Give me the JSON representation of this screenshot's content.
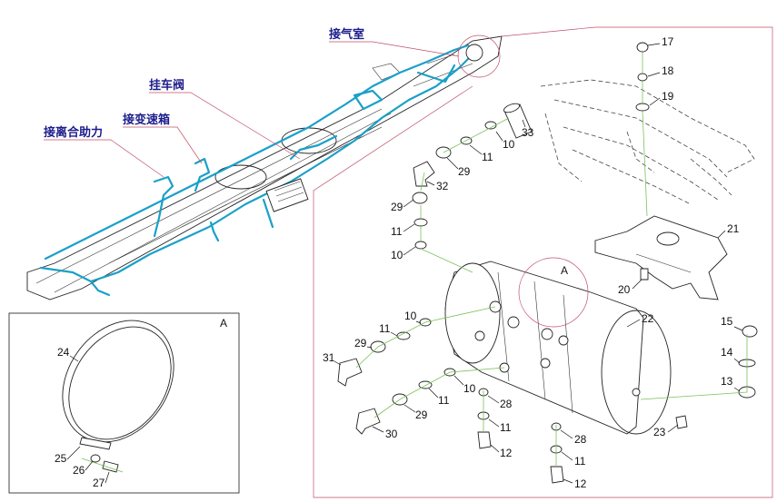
{
  "callouts_cn": {
    "air_chamber": "接气室",
    "trailer_valve": "挂车阀",
    "gearbox": "接变速箱",
    "clutch_booster": "接离合助力"
  },
  "detail": {
    "label_main": "A",
    "label_inset": "A"
  },
  "part_numbers": {
    "p10a": "10",
    "p10b": "10",
    "p10c": "10",
    "p10d": "10",
    "p11a": "11",
    "p11b": "11",
    "p11c": "11",
    "p11d": "11",
    "p11e": "11",
    "p11f": "11",
    "p12a": "12",
    "p12b": "12",
    "p13": "13",
    "p14": "14",
    "p15": "15",
    "p17": "17",
    "p18": "18",
    "p19": "19",
    "p20": "20",
    "p21": "21",
    "p22": "22",
    "p23": "23",
    "p24": "24",
    "p25": "25",
    "p26": "26",
    "p27": "27",
    "p28a": "28",
    "p28b": "28",
    "p29a": "29",
    "p29b": "29",
    "p29c": "29",
    "p29d": "29",
    "p30": "30",
    "p31": "31",
    "p32": "32",
    "p33": "33"
  },
  "colors": {
    "pipe": "#1aa0c8",
    "callout_text": "#1c1c8c",
    "leader_red": "#c0506a",
    "leader_green": "#7cc05a"
  }
}
